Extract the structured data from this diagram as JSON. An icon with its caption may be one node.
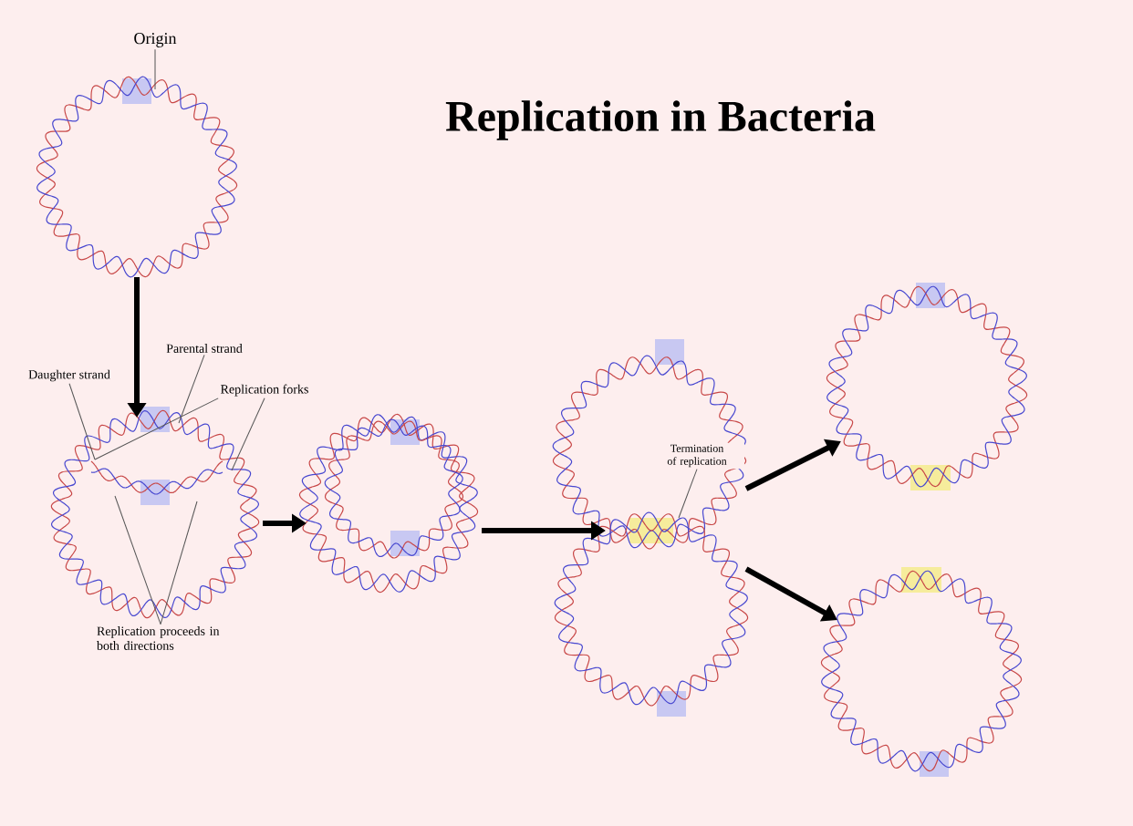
{
  "diagram": {
    "title": "Replication in Bacteria",
    "nodes": [
      {
        "text": [],
        "shape": "circle"
      },
      {
        "text": [],
        "shape": "circle"
      },
      {
        "text": [],
        "shape": "circle"
      },
      {
        "text": [],
        "shape": "circle"
      },
      {
        "text": [],
        "shape": "circle"
      },
      {
        "text": [],
        "shape": "circle"
      },
      {
        "text": [
          "Origin"
        ]
      },
      {
        "text": [
          "Parental strand"
        ]
      },
      {
        "text": [
          "Daughter strand"
        ]
      },
      {
        "text": [
          "Replication forks"
        ]
      },
      {
        "text": [
          "Replication proceeds in both directions"
        ]
      },
      {
        "text": [
          "Termination of replication"
        ],
        "in": 3
      }
    ],
    "edges": [
      {
        "from": 0,
        "to": 1,
        "arrow": "to",
        "style": "thick",
        "color": "#000000"
      },
      {
        "from": 1,
        "to": 2,
        "arrow": "to",
        "style": "thick",
        "color": "#000000"
      },
      {
        "from": 2,
        "to": 3,
        "arrow": "to",
        "style": "thick",
        "color": "#000000"
      },
      {
        "from": 3,
        "to": 4,
        "arrow": "to",
        "style": "thick",
        "color": "#000000"
      },
      {
        "from": 3,
        "to": 5,
        "arrow": "to",
        "style": "thick",
        "color": "#000000"
      },
      {
        "from": 6,
        "to": 0,
        "arrow": "none"
      },
      {
        "from": 7,
        "to": 1,
        "arrow": "none"
      },
      {
        "from": 8,
        "to": 1,
        "arrow": "none"
      },
      {
        "from": 9,
        "to": 1,
        "arrow": "none"
      },
      {
        "from": 9,
        "to": 1,
        "arrow": "none"
      },
      {
        "from": 10,
        "to": 1,
        "arrow": "none"
      },
      {
        "from": 10,
        "to": 1,
        "arrow": "none"
      },
      {
        "from": 11,
        "to": 3,
        "arrow": "none"
      }
    ]
  }
}
